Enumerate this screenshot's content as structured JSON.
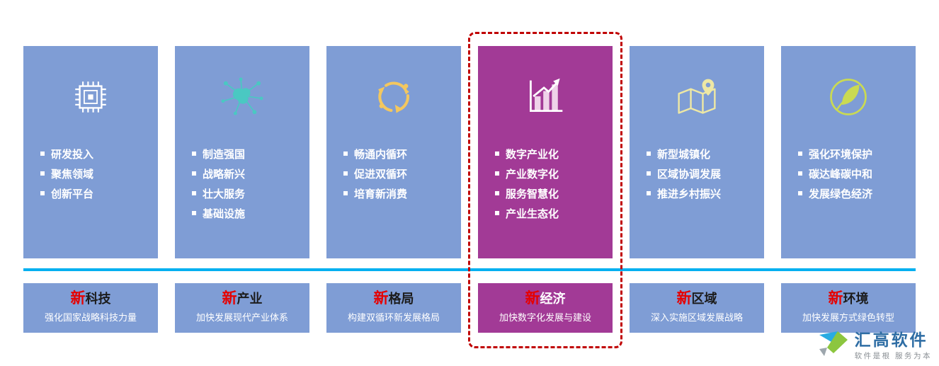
{
  "colors": {
    "card_blue": "#7F9DD5",
    "card_magenta": "#A23A96",
    "divider_cyan": "#00B0F0",
    "highlight_dash_red": "#C00000",
    "new_prefix_red": "#E60000",
    "icon_white": "#FFFFFF",
    "icon_teal": "#4AC8C2",
    "icon_yellow": "#F3C75F",
    "icon_pale_yellow": "#EEE8A4",
    "icon_green": "#CADA52"
  },
  "columns": [
    {
      "icon": "chip-icon",
      "items": [
        "研发投入",
        "聚焦领域",
        "创新平台"
      ],
      "footer_prefix": "新",
      "footer_title": "科技",
      "footer_subtitle": "强化国家战略科技力量",
      "highlighted": false
    },
    {
      "icon": "network-cloud-icon",
      "items": [
        "制造强国",
        "战略新兴",
        "壮大服务",
        "基础设施"
      ],
      "footer_prefix": "新",
      "footer_title": "产业",
      "footer_subtitle": "加快发展现代产业体系",
      "highlighted": false
    },
    {
      "icon": "circular-arrows-icon",
      "items": [
        "畅通内循环",
        "促进双循环",
        "培育新消费"
      ],
      "footer_prefix": "新",
      "footer_title": "格局",
      "footer_subtitle": "构建双循环新发展格局",
      "highlighted": false
    },
    {
      "icon": "bar-chart-icon",
      "items": [
        "数字产业化",
        "产业数字化",
        "服务智慧化",
        "产业生态化"
      ],
      "footer_prefix": "新",
      "footer_title": "经济",
      "footer_subtitle": "加快数字化发展与建设",
      "highlighted": true
    },
    {
      "icon": "map-pin-icon",
      "items": [
        "新型城镇化",
        "区域协调发展",
        "推进乡村振兴"
      ],
      "footer_prefix": "新",
      "footer_title": "区域",
      "footer_subtitle": "深入实施区域发展战略",
      "highlighted": false
    },
    {
      "icon": "leaf-icon",
      "items": [
        "强化环境保护",
        "碳达峰碳中和",
        "发展绿色经济"
      ],
      "footer_prefix": "新",
      "footer_title": "环境",
      "footer_subtitle": "加快发展方式绿色转型",
      "highlighted": false
    }
  ],
  "logo": {
    "icon": "huigao-logo-mark",
    "name": "汇高软件",
    "tagline": "软件是根  服务为本"
  }
}
